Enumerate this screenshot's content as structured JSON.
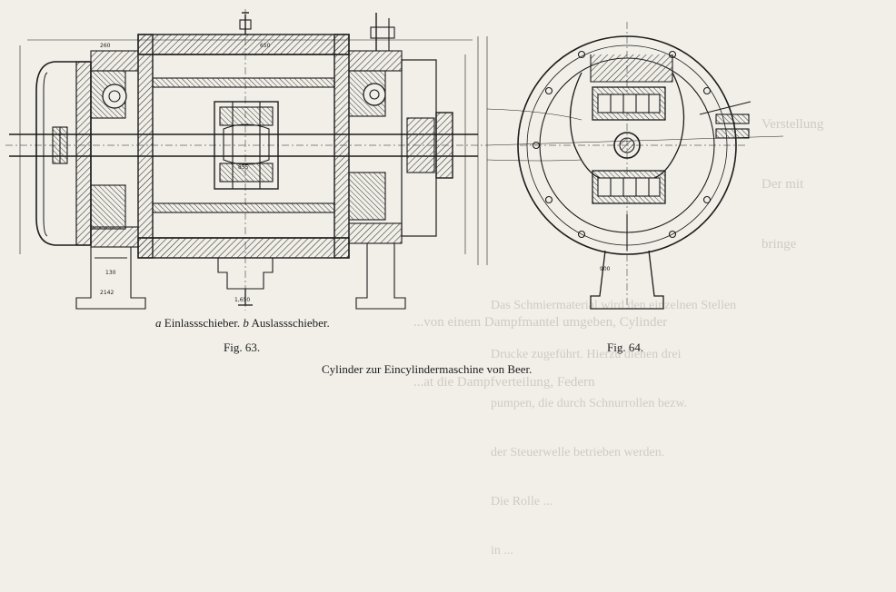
{
  "figure63": {
    "legend_a_letter": "a",
    "legend_a_text": "Einlassschieber.",
    "legend_b_letter": "b",
    "legend_b_text": "Auslassschieber.",
    "label": "Fig. 63."
  },
  "figure64": {
    "label": "Fig. 64."
  },
  "main_caption": "Cylinder zur Eincylindermaschine von Beer.",
  "colors": {
    "paper": "#f1efe8",
    "ink": "#1c1c1c",
    "hatch": "#3a3a3a",
    "bleedthrough": "#8b8a85"
  },
  "bleedthrough_text": {
    "top": [
      "Verstellung",
      "Der mit",
      "bringe"
    ],
    "bottom_left": [
      "...von einem Dampfmantel umgeben, Cylinder",
      "...at die Dampfverteilung, Federn"
    ],
    "bottom_right": [
      "Das Schmiermaterial wird den einzelnen Stellen",
      "Drucke zugeführt. Hierzu dienen drei",
      "pumpen, die durch Schnurrollen bezw.",
      "der Steuerwelle betrieben werden.",
      "Die Rolle ...",
      "in ..."
    ]
  }
}
